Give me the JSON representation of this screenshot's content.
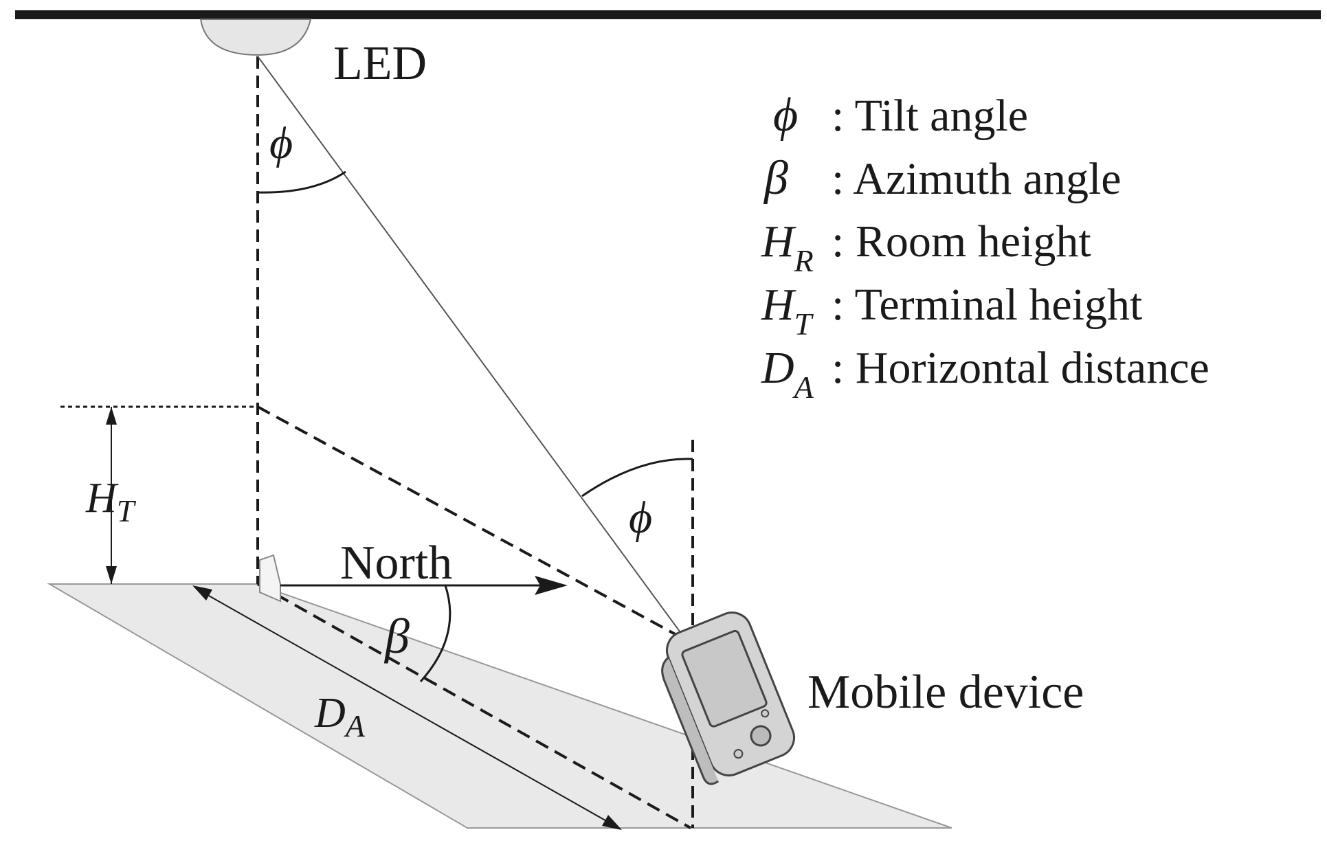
{
  "labels": {
    "led": "LED",
    "mobile_device": "Mobile device",
    "north": "North",
    "phi_top": "ϕ",
    "phi_right": "ϕ",
    "beta": "β",
    "ht_main": "H",
    "ht_sub": "T",
    "da_main": "D",
    "da_sub": "A"
  },
  "legend": [
    {
      "sym": "ϕ",
      "sub": "",
      "text": ": Tilt angle"
    },
    {
      "sym": "β",
      "sub": "",
      "text": ": Azimuth angle"
    },
    {
      "sym": "H",
      "sub": "R",
      "text": ": Room height"
    },
    {
      "sym": "H",
      "sub": "T",
      "text": ": Terminal height"
    },
    {
      "sym": "D",
      "sub": "A",
      "text": ": Horizontal distance"
    }
  ],
  "colors": {
    "ink": "#1a1a1a",
    "floor": "#e9e9e9",
    "device_body": "#d4d4d4",
    "device_screen": "#c8c8c8",
    "led_fill": "#e6e6e6"
  }
}
